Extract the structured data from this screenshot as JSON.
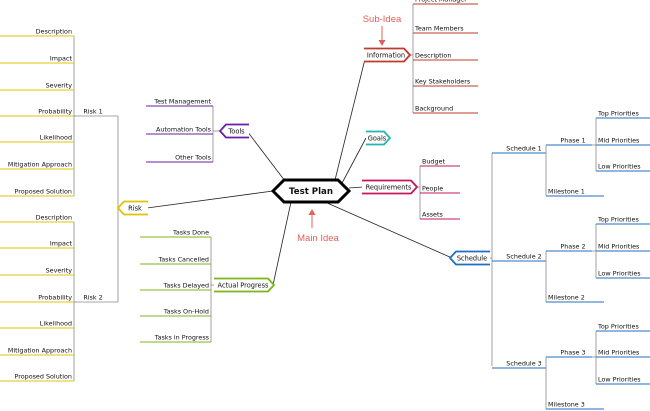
{
  "center": {
    "label": "Test Plan"
  },
  "annotations": {
    "sub_idea": "Sub-Idea",
    "main_idea": "Main Idea"
  },
  "colors": {
    "information": "#c0392b",
    "goals": "#26b3b3",
    "requirements": "#c2185b",
    "schedule": "#1f6fbf",
    "tools": "#6a1fa8",
    "risk": "#e0c400",
    "actual_progress": "#7cb518",
    "annotation": "#e0605a"
  },
  "branches": {
    "information": {
      "label": "Information",
      "children": [
        "Project Manager",
        "Team Members",
        "Description",
        "Key Stakeholders",
        "Background"
      ]
    },
    "goals": {
      "label": "Goals"
    },
    "requirements": {
      "label": "Requirements",
      "children": [
        "Budget",
        "People",
        "Assets"
      ]
    },
    "schedule": {
      "label": "Schedule",
      "schedules": [
        {
          "label": "Schedule 1",
          "phase": "Phase 1",
          "milestone": "Milestone 1"
        },
        {
          "label": "Schedule 2",
          "phase": "Phase 2",
          "milestone": "Milestone 2"
        },
        {
          "label": "Schedule 3",
          "phase": "Phase 3",
          "milestone": "Milestone 3"
        }
      ],
      "priorities": [
        "Top Priorities",
        "Mid Priorities",
        "Low Priorities"
      ]
    },
    "tools": {
      "label": "Tools",
      "children": [
        "Test Management",
        "Automation Tools",
        "Other Tools"
      ]
    },
    "risk": {
      "label": "Risk",
      "risks": [
        {
          "label": "Risk 1"
        },
        {
          "label": "Risk 2"
        }
      ],
      "items": [
        "Description",
        "Impact",
        "Severity",
        "Probability",
        "Likelihood",
        "Mitigation Approach",
        "Proposed Solution"
      ]
    },
    "actual_progress": {
      "label": "Actual Progress",
      "children": [
        "Tasks Done",
        "Tasks Cancelled",
        "Tasks Delayed",
        "Tasks On-Hold",
        "Tasks in Progress"
      ]
    }
  }
}
